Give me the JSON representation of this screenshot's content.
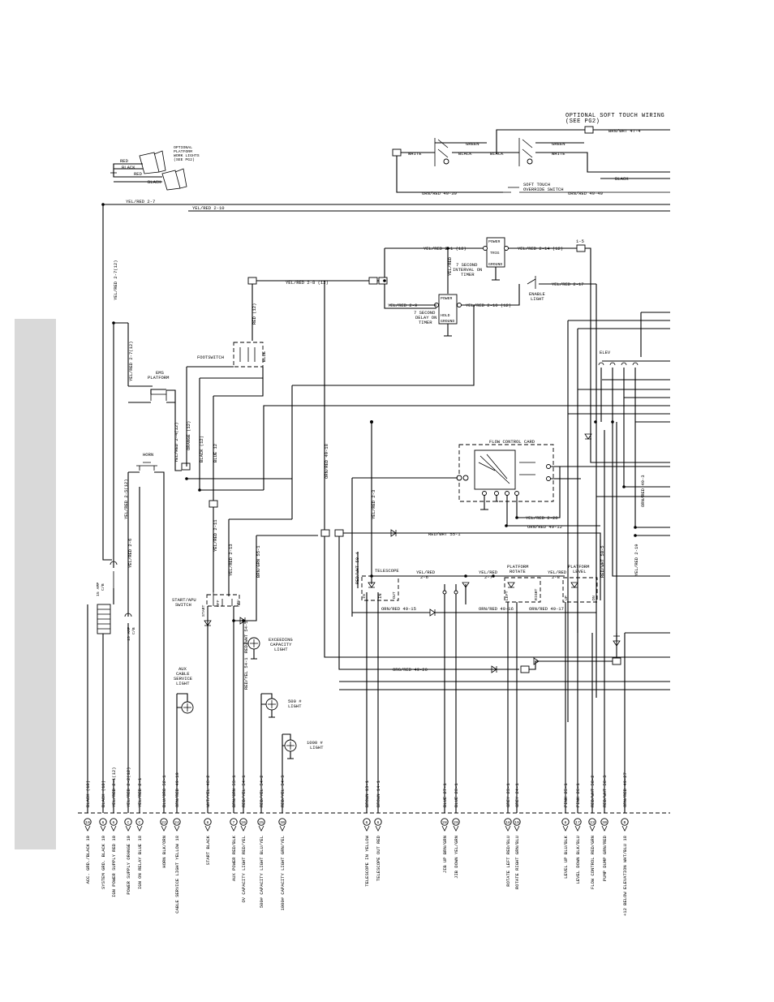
{
  "heading": {
    "line1": "OPTIONAL SOFT TOUCH WIRING",
    "line2": "(SEE PG2)"
  },
  "top_labels": {
    "brn_wht_47_4": "BRN/WHT 47-4",
    "green_1": "GREEN",
    "green_2": "GREEN",
    "white_1": "WHITE",
    "white_2": "WHITE",
    "black_1": "BLACK",
    "black_2": "BLACK",
    "black_3": "BLACK",
    "soft_touch_1": "SOFT TOUCH",
    "soft_touch_2": "OVERRIDE SWITCH",
    "orn_red_49_39": "ORN/RED 49-39",
    "orn_red_49_40": "ORN/RED 49-40",
    "yel_red_2_7": "YEL/RED 2-7",
    "yel_red_2_10": "YEL/RED 2-10",
    "red_a": "RED",
    "red_b": "RED",
    "black_a": "BLACK",
    "black_b": "BLACK",
    "opt_work_1": "OPTIONAL",
    "opt_work_2": "PLATFORM",
    "opt_work_3": "WORK LIGHTS",
    "opt_work_4": "(SEE PG2)"
  },
  "timer_labels": {
    "yel_red_2_1": "YEL/RED 2-1 (12)",
    "yel_red_2_14": "YEL/RED 2-14 (12)",
    "yel_red_2_8": "YEL/RED 2-8 (12)",
    "yel_red_2_9": "YEL/RED 2-9",
    "yel_red_2_10_12": "YEL/RED 2-10 (12)",
    "yel_red_2_17": "YEL/RED 2-17",
    "yel_red_vert": "YEL/RED",
    "interval_1": "7 SECOND",
    "interval_2": "INTERVAL ON",
    "interval_3": "TIMER",
    "delay_1": "7 SECOND",
    "delay_2": "DELAY ON",
    "delay_3": "TIMER",
    "enable_1": "ENABLE",
    "enable_2": "LIGHT",
    "conn_1_5": "1-5",
    "power_1": "POWER",
    "power_2": "POWER",
    "trig": "TRIG",
    "ground_1": "GROUND",
    "ground_2": "GROUND",
    "hold": "HOLD",
    "elev": "ELEV"
  },
  "left_labels": {
    "yel_red_2_7_12": "YEL/RED 2-7(12)",
    "yel_red_2_7_12b": "YEL/RED 2-7(12)",
    "ems_1": "EMS",
    "ems_2": "PLATFORM",
    "footswitch": "FOOTSWITCH",
    "red_12": "RED (12)",
    "blue": "BLUE",
    "yel_red_2_4": "YEL/RED 2-4(12)",
    "orange_12": "ORANGE (12)",
    "black_12": "BLACK (12)",
    "blue_12": "BLUE 12",
    "horn": "HORN",
    "yel_red_2_5": "YEL/RED 2-5(12)",
    "yel_red_2_6": "YEL/RED 2-6",
    "yel_red_2_11": "YEL/RED 2-11",
    "yel_red_2_13": "YEL/RED 2-13",
    "orn_red_49_18": "ORN/RED 49-18",
    "yel_red_2_3": "YEL/RED 2-3",
    "brn_grn_55_1": "BRN/GRN 55-1",
    "fuse_15a_1": "15 AMP",
    "fuse_15a_2": "C/B",
    "fuse_15a_3": "15 AMP",
    "fuse_15a_4": "C/B",
    "start_apu_1": "START/APU",
    "start_apu_2": "SWITCH",
    "start": "START",
    "off": "OFF",
    "apu": "APU",
    "exceed_1": "EXCEEDING",
    "exceed_2": "CAPACITY",
    "exceed_3": "LIGHT",
    "aux_cable_1": "AUX",
    "aux_cable_2": "CABLE",
    "aux_cable_3": "SERVICE",
    "aux_cable_4": "LIGHT",
    "l500_1": "500 #",
    "l500_2": "LIGHT",
    "l1000_1": "1000 #",
    "l1000_2": "LIGHT",
    "red_wht_54_1": "RED/WHT 54-1",
    "red_yel_54_1": "RED/YEL 54-1"
  },
  "center_labels": {
    "flow_card": "FLOW CONTROL CARD",
    "yel_red_2_20": "YEL/RED 2-20",
    "orn_red_49_12": "ORN/RED 49-12",
    "red_wht_55_1": "RED/WHT 55-1",
    "telescope": "TELESCOPE",
    "yel_red_2_6b": "YEL/RED",
    "yel_red_2_6c": "2-6",
    "yel_red_2_7b": "YEL/RED",
    "yel_red_2_7c": "2-7",
    "yel_red_2_8b": "YEL/RED",
    "yel_red_2_8c": "2-8",
    "plat_rotate_1": "PLATFORM",
    "plat_rotate_2": "ROTATE",
    "plat_level_1": "PLATFORM",
    "plat_level_2": "LEVEL",
    "red_wht_50_4": "RED/WHT 50-4",
    "red_wht_50_5": "RED/WHT 50-5",
    "orn_red_49_15": "ORN/RED 49-15",
    "orn_red_49_16": "ORN/RED 49-16",
    "orn_red_49_17": "ORN/RED 49-17",
    "org_red_49_20": "ORG/RED 49-20",
    "orn_red_49_3": "ORN/RED 49-3",
    "yel_red_2_19": "YEL/RED 2-19",
    "in": "IN",
    "out": "OUT",
    "left": "LEFT",
    "right": "RIGHT",
    "up": "UP",
    "dn": "DN"
  },
  "terminals": [
    {
      "wire": "BLACK (10)",
      "num": "10",
      "desc": "ACC. GRD./BLACK 10"
    },
    {
      "wire": "BLACK (10)",
      "num": "6",
      "desc": "SYSTEM GRD. BLACK 10"
    },
    {
      "wire": "YEL/RED 2-1(12)",
      "num": "6",
      "desc": "IGN POWER SUPPLY RED 10"
    },
    {
      "wire": "YEL/RED 2-2(12)",
      "num": "C",
      "desc": "POWER SUPPLY ORANGE 10"
    },
    {
      "wire": "YEL/RED 2-1",
      "num": "C",
      "desc": "IGN ON RELAY BLUE 18"
    },
    {
      "wire": "BLU/ORG 52-1",
      "num": "22",
      "desc": "HORN BLK/ORN"
    },
    {
      "wire": "ORN/RED 49-19",
      "num": "24",
      "desc": "CABLE SERVICE LIGHT YELLOW 18"
    },
    {
      "wire": "WHT/YEL 48-2",
      "num": "8",
      "desc": "START BLACK"
    },
    {
      "wire": "BRN/GRN 53-1",
      "num": "7",
      "desc": "AUX POWER RED/BLK"
    },
    {
      "wire": "RED/YEL 54-1",
      "num": "26",
      "desc": "OV CAPACITY LIGHT RED/YEL"
    },
    {
      "wire": "RED/YEL 54-2",
      "num": "25",
      "desc": "500# CAPACITY LIGHT BLU/YEL"
    },
    {
      "wire": "RED/YEL 54-3",
      "num": "30",
      "desc": "1000# CAPACITY LIGHT GRN/YEL"
    },
    {
      "wire": "BROWN 13-1",
      "num": "6",
      "desc": "TELESCOPE IN YELLOW"
    },
    {
      "wire": "BROWN 14-1",
      "num": "6",
      "desc": "TELESCOPE OUT RED"
    },
    {
      "wire": "BLUE 27-1",
      "num": "28",
      "desc": "JIB UP BRN/GRN"
    },
    {
      "wire": "BLUE 28-1",
      "num": "29",
      "desc": "JIB DOWN YEL/GRN"
    },
    {
      "wire": "GREY 23-1",
      "num": "18",
      "desc": "ROTATE LEFT RED/BLU"
    },
    {
      "wire": "GREY 24-1",
      "num": "19",
      "desc": "ROTATE RIGHT GRN/BLU"
    },
    {
      "wire": "PINK 25-1",
      "num": "8",
      "desc": "LEVEL UP BLU/BLK"
    },
    {
      "wire": "PINK 26-1",
      "num": "17",
      "desc": "LEVEL DOWN BLK/BLU"
    },
    {
      "wire": "RED/WHT 50-2",
      "num": "23",
      "desc": "FLOW CONTROL RED/GRN"
    },
    {
      "wire": "RED/WHT 50-3",
      "num": "30",
      "desc": "PUMP DUMP GRN/RED"
    },
    {
      "wire": "ORN/RED 49-27",
      "num": "B",
      "desc": "+12 BELOW ELEVATION WHT/BLU 18"
    }
  ]
}
